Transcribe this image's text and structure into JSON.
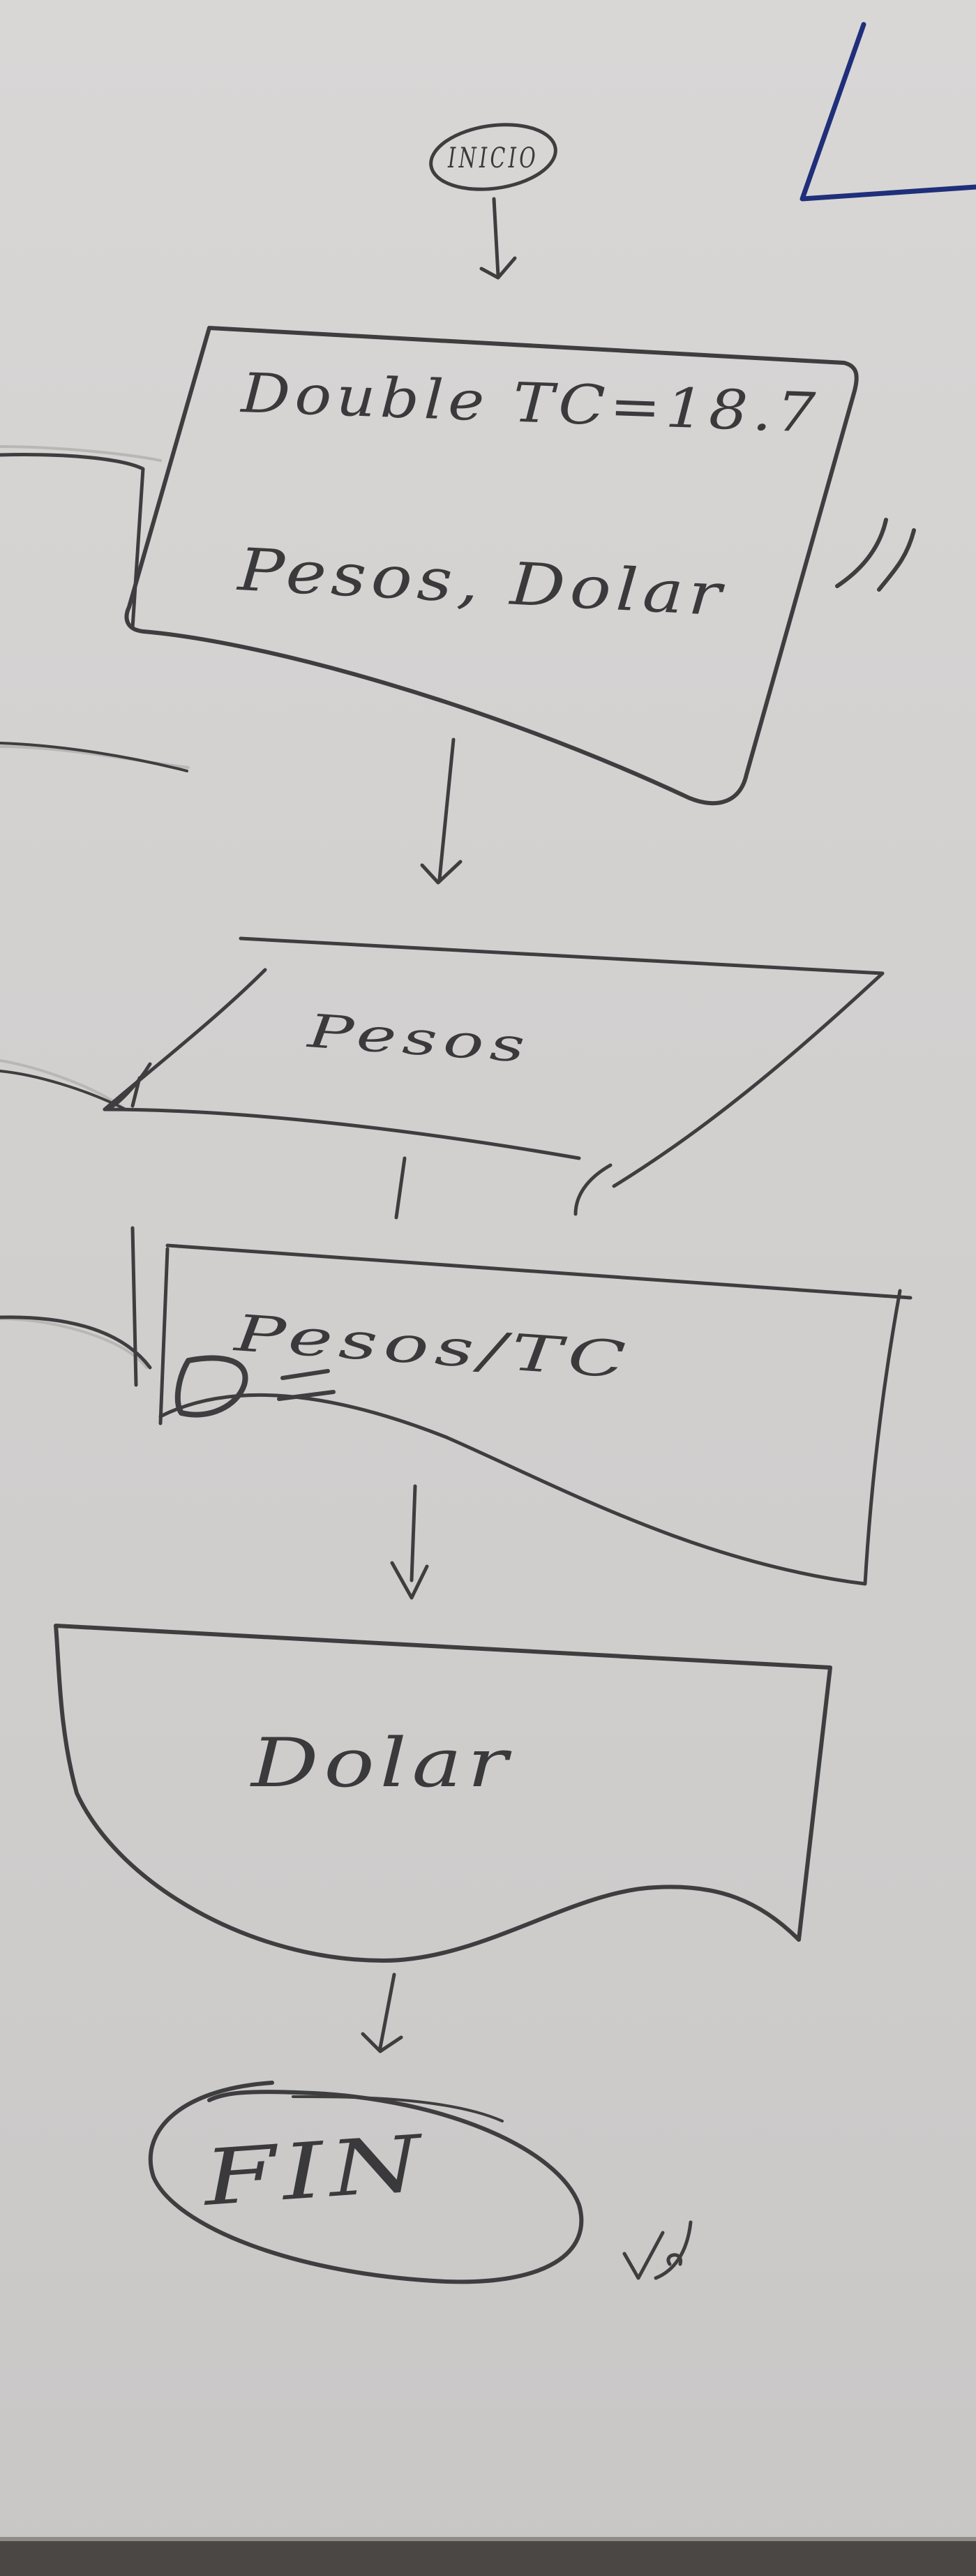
{
  "flowchart": {
    "start": "INICIO",
    "declaration_line1": "Double TC=18.7",
    "declaration_line2": "Pesos, Dolar",
    "input_value": "Pesos",
    "process_expression": "Pesos/TC",
    "process_assign": "D=",
    "output_value": "Dolar",
    "end": "FIN"
  },
  "marks": {
    "corner_mark": "L",
    "side_mark": "//",
    "check_mark": "√√"
  },
  "colors": {
    "paper": "#d6d4d3",
    "pencil": "#3e3e40",
    "blue_ink": "#1f2f7a"
  }
}
